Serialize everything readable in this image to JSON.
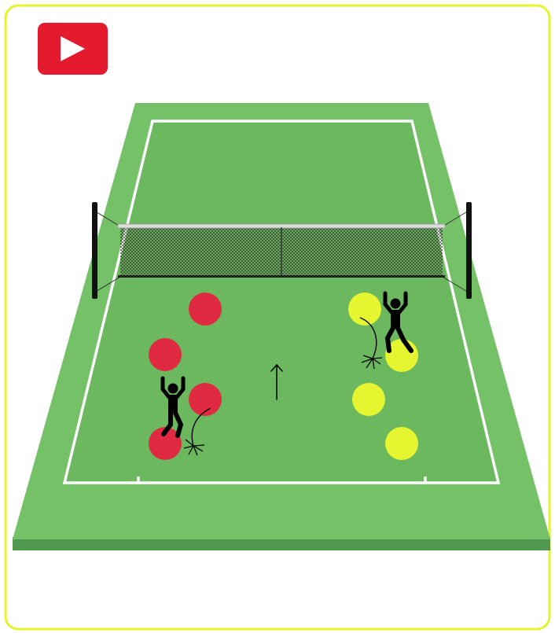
{
  "frame": {
    "border_color": "#e3f52a",
    "background": "#ffffff"
  },
  "play_button": {
    "icon": "play-icon",
    "color": "#e41a2e",
    "glyph_color": "#ffffff"
  },
  "court": {
    "surface": "green",
    "colors": {
      "outer_surface": "#74c167",
      "playing_area": "#6bb85e",
      "base_edge": "#519850",
      "lines": "#ffffff"
    }
  },
  "net": {
    "posts": 2,
    "post_color": "#111111",
    "mesh_color": "#2b2b2b",
    "tape_color": "#dddddd"
  },
  "teams": [
    {
      "name": "red",
      "color": "#e02a42",
      "positions": 4,
      "players": 1,
      "player_action": "jump-arms-up"
    },
    {
      "name": "yellow",
      "color": "#e5f52f",
      "positions": 4,
      "players": 1,
      "player_action": "jump-arms-up"
    }
  ],
  "direction_arrow": {
    "direction": "toward-net",
    "icon": "up-arrow-icon"
  }
}
